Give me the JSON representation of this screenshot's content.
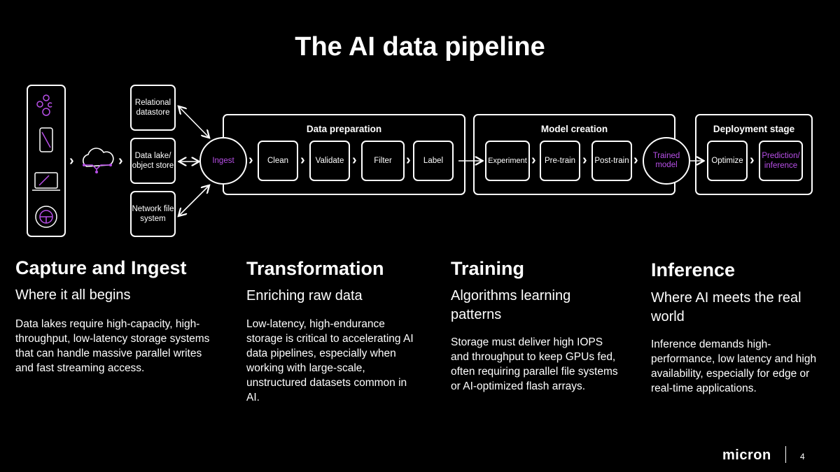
{
  "title": "The AI data pipeline",
  "sources": {
    "relational": "Relational datastore",
    "datalake": "Data lake/ object store",
    "network": "Network file system"
  },
  "ingest": "Ingest",
  "groups": {
    "data_prep": {
      "label": "Data preparation",
      "steps": [
        "Clean",
        "Validate",
        "Filter",
        "Label"
      ]
    },
    "model_creation": {
      "label": "Model creation",
      "steps": [
        "Experiment",
        "Pre-train",
        "Post-train"
      ]
    },
    "deployment": {
      "label": "Deployment stage",
      "steps": [
        "Optimize",
        "Prediction/ inference"
      ]
    }
  },
  "trained_model": "Trained model",
  "columns": [
    {
      "heading": "Capture and Ingest",
      "subheading": "Where it all begins",
      "body": "Data lakes require high-capacity, high-throughput, low-latency storage systems that can handle massive parallel writes and fast streaming access."
    },
    {
      "heading": "Transformation",
      "subheading": "Enriching raw data",
      "body": "Low-latency, high-endurance storage is critical to accelerating AI data pipelines, especially when working with large-scale, unstructured datasets common in AI."
    },
    {
      "heading": "Training",
      "subheading": "Algorithms learning patterns",
      "body": "Storage must deliver high IOPS and throughput to keep GPUs fed, often requiring parallel file systems or AI-optimized flash arrays."
    },
    {
      "heading": "Inference",
      "subheading": "Where AI meets the real world",
      "body": "Inference demands high-performance, low latency and high availability, especially for edge or real-time applications."
    }
  ],
  "footer": {
    "logo": "micron",
    "page_number": "4"
  },
  "colors": {
    "background": "#000000",
    "accent": "#b84fe8",
    "foreground": "#ffffff"
  },
  "icons": [
    "people-icon",
    "phone-icon",
    "laptop-icon",
    "steering-wheel-icon",
    "cloud-icon"
  ]
}
